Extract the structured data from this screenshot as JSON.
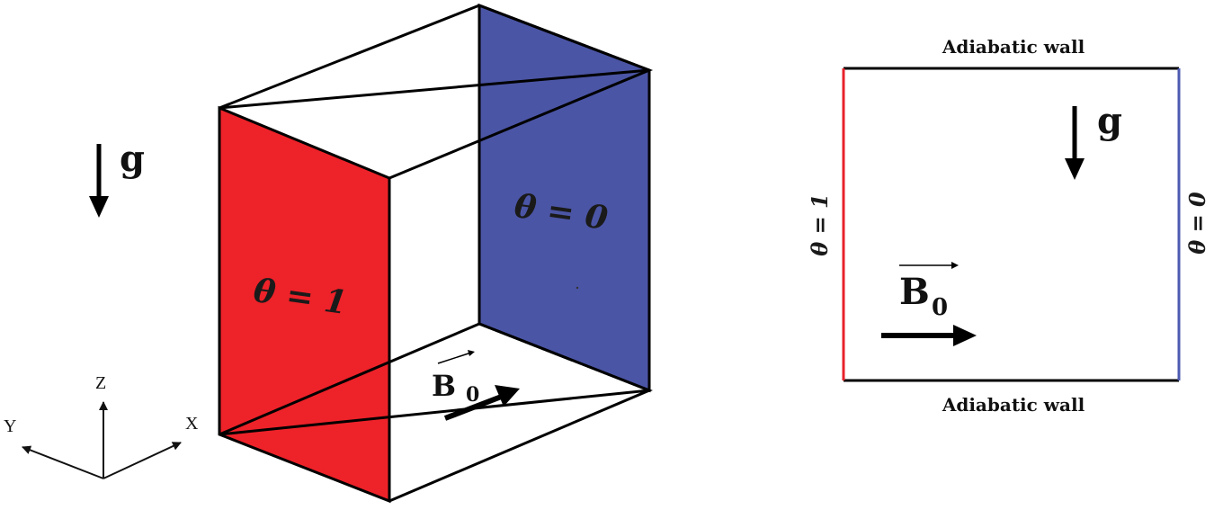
{
  "left_diagram": {
    "gravity_label": "g",
    "hot_wall_label": "θ = 1",
    "cold_wall_label": "θ = 0",
    "field_label": "B",
    "field_subscript": "0",
    "axis_z": "Z",
    "axis_y": "Y",
    "axis_x": "X",
    "colors": {
      "hot": "#ee2229",
      "cold": "#4b55a5",
      "edge": "#000000"
    }
  },
  "right_diagram": {
    "top_wall_label": "Adiabatic wall",
    "bottom_wall_label": "Adiabatic wall",
    "gravity_label": "g",
    "hot_wall_label": "θ = 1",
    "cold_wall_label": "θ = 0",
    "field_label": "B",
    "field_subscript": "0",
    "colors": {
      "hot": "#e8222b",
      "cold": "#4d5ab0",
      "edge": "#000000"
    }
  }
}
